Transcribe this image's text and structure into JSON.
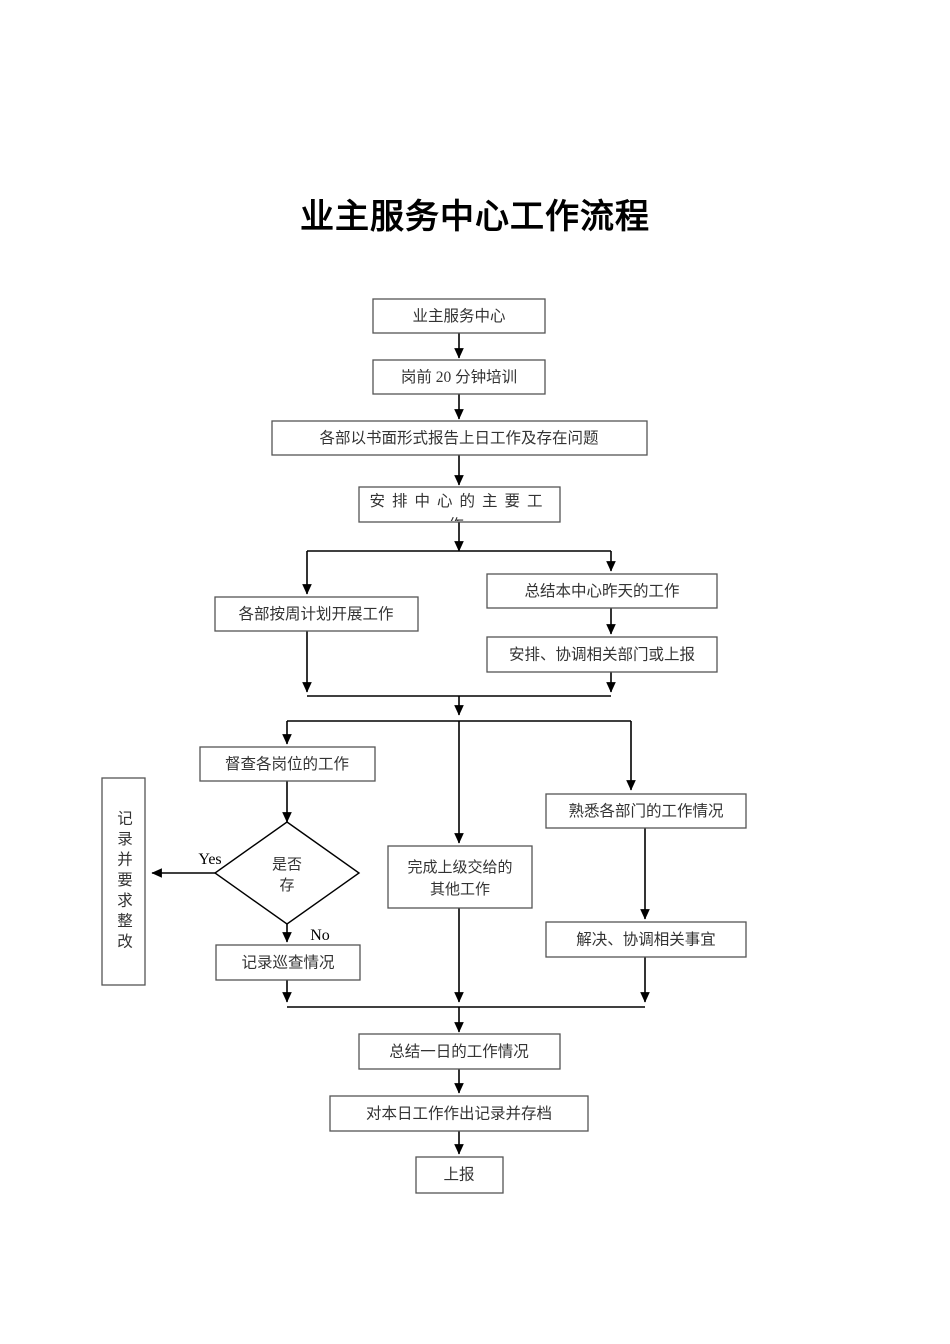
{
  "document": {
    "title": "业主服务中心工作流程",
    "type": "flowchart"
  },
  "nodes": {
    "start": "业主服务中心",
    "training": "岗前 20 分钟培训",
    "report_prev_day": "各部以书面形式报告上日工作及存在问题",
    "arrange_center_main_work": "安排中心的主要工作",
    "dept_weekly_plan": "各部按周计划开展工作",
    "summarize_yesterday": "总结本中心昨天的工作",
    "arrange_coordinate_dept": "安排、协调相关部门或上报",
    "supervise_posts": "督查各岗位的工作",
    "decision": "是否存",
    "decision_line1": "是否",
    "decision_line2": "存",
    "record_and_require_rectify": "记录并要求整改",
    "record_inspection": "记录巡查情况",
    "complete_assigned_work_line1": "完成上级交给的",
    "complete_assigned_work_line2": "其他工作",
    "familiar_dept_work": "熟悉各部门的工作情况",
    "resolve_coordinate": "解决、协调相关事宜",
    "summarize_day": "总结一日的工作情况",
    "record_and_archive": "对本日工作作出记录并存档",
    "report_up": "上报"
  },
  "edge_labels": {
    "yes": "Yes",
    "no": "No"
  },
  "colors": {
    "box_stroke": "#555555",
    "diamond_stroke": "#000000",
    "connector": "#000000",
    "text": "#333333",
    "label_text": "#000000",
    "background": "#ffffff"
  }
}
